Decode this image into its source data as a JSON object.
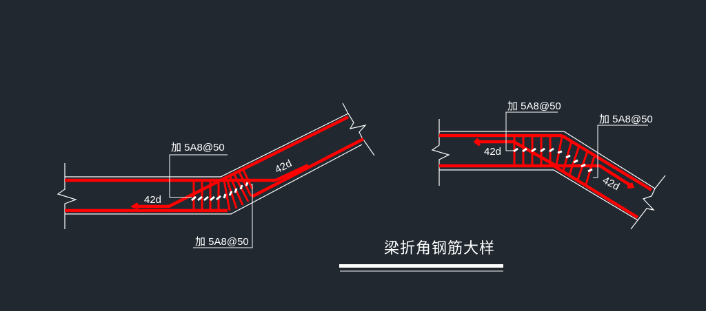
{
  "drawing": {
    "title": "梁折角钢筋大样",
    "background": "#212830",
    "colors": {
      "rebar": "#ff0000",
      "outline": "#ffffff",
      "text": "#ffffff"
    }
  },
  "detail_left": {
    "labels": {
      "top_callout": "加 5A8@50",
      "bottom_callout": "加 5A8@50",
      "anchor_lower": "42d",
      "anchor_upper": "42d"
    }
  },
  "detail_right": {
    "labels": {
      "top_callout": "加 5A8@50",
      "right_callout": "加 5A8@50",
      "anchor_left": "42d",
      "anchor_right": "42d"
    }
  }
}
